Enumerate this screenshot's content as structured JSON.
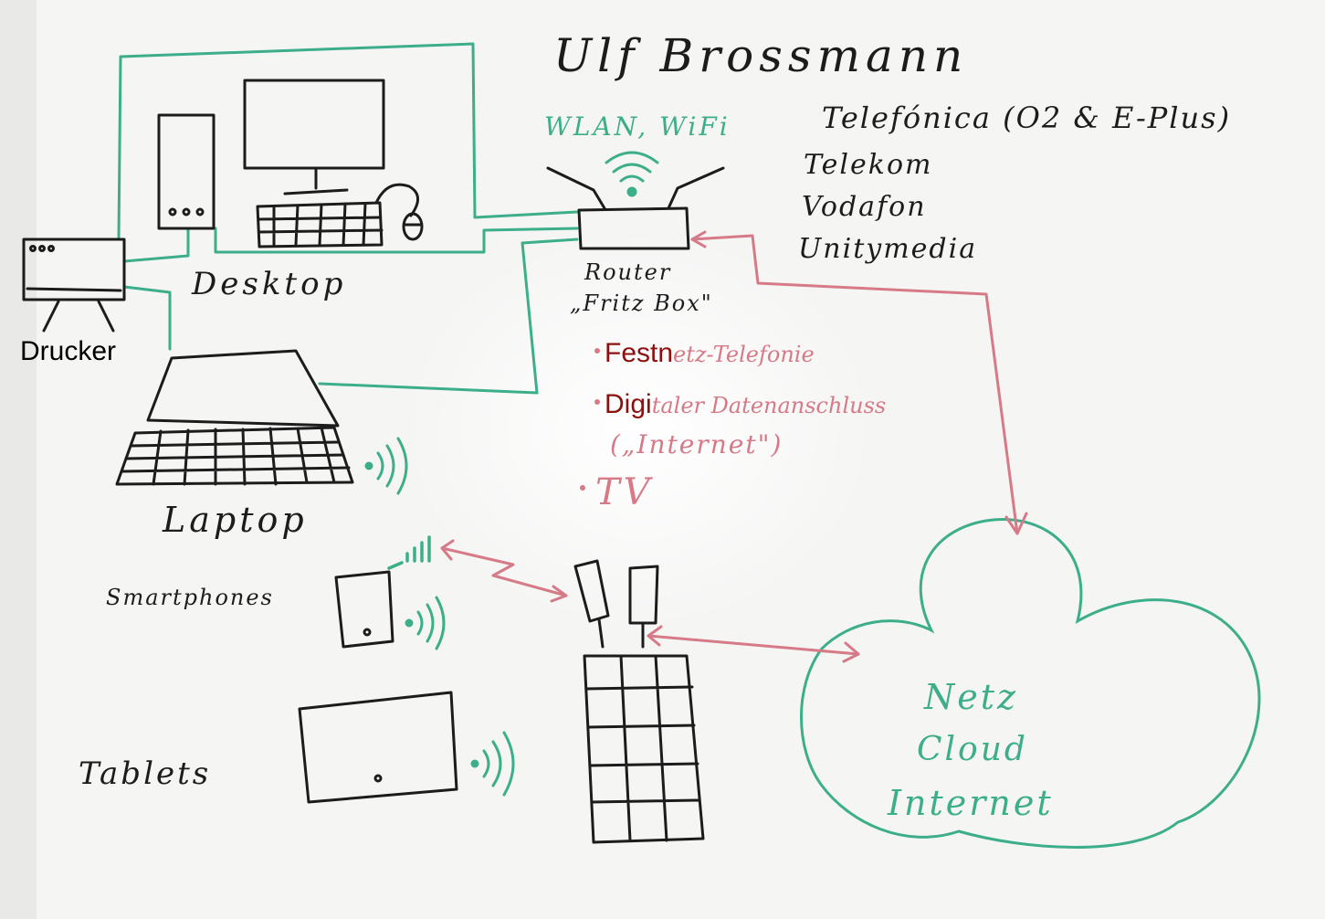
{
  "title": "Ulf Brossmann",
  "colors": {
    "ink": "#1c1c1c",
    "green": "#3cae8a",
    "red": "#d77a87",
    "overlay_red": "#8b1010",
    "overlay_black": "#000000",
    "board": "#f7f7f6"
  },
  "wifi_label": "WLAN, WiFi",
  "providers": [
    "Telefónica (O2 & E-Plus)",
    "Telekom",
    "Vodafon",
    "Unitymedia"
  ],
  "router": {
    "label": "Router",
    "sublabel": "„Fritz Box\""
  },
  "router_services": {
    "festnetz": {
      "overlay": "Festn",
      "rest": "etz-Telefonie"
    },
    "digital": {
      "overlay": "Digi",
      "rest": "taler Datenanschluss"
    },
    "internet": "(„Internet\")",
    "tv": "TV"
  },
  "devices": {
    "desktop": "Desktop",
    "drucker": "Drucker",
    "laptop": "Laptop",
    "smartphones": "Smartphones",
    "tablets": "Tablets"
  },
  "cloud": {
    "line1": "Netz",
    "line2": "Cloud",
    "line3": "Internet"
  }
}
